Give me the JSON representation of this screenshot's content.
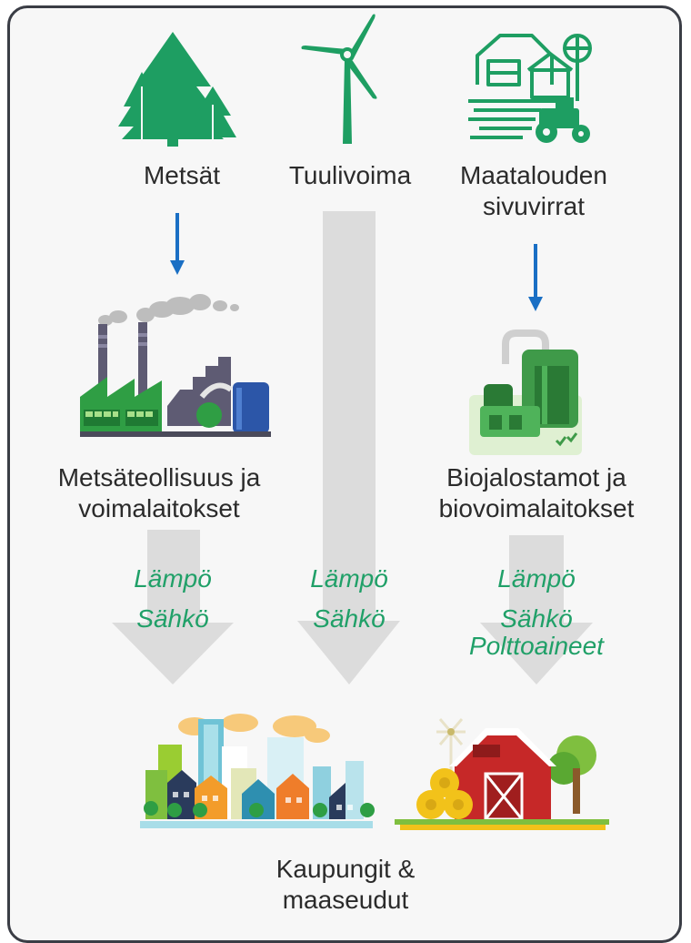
{
  "sources": {
    "forests": "Metsät",
    "wind": "Tuulivoima",
    "agriculture_l1": "Maatalouden",
    "agriculture_l2": "sivuvirrat"
  },
  "plants": {
    "forest_industry_l1": "Metsäteollisuus ja",
    "forest_industry_l2": "voimalaitokset",
    "biorefineries_l1": "Biojalostamot ja",
    "biorefineries_l2": "biovoimalaitokset"
  },
  "flows": {
    "left": [
      "Lämpö",
      "Sähkö"
    ],
    "center": [
      "Lämpö",
      "Sähkö"
    ],
    "right": [
      "Lämpö",
      "Sähkö",
      "Polttoaineet"
    ]
  },
  "destination": {
    "line1": "Kaupungit &",
    "line2": "maaseudut"
  },
  "colors": {
    "green": "#1e9e62",
    "dark_green": "#0f7a45",
    "arrow_blue": "#1a6fc4",
    "big_arrow_gray": "#dcdcdc",
    "text_green": "#20a068",
    "frame": "#3a3d45"
  }
}
